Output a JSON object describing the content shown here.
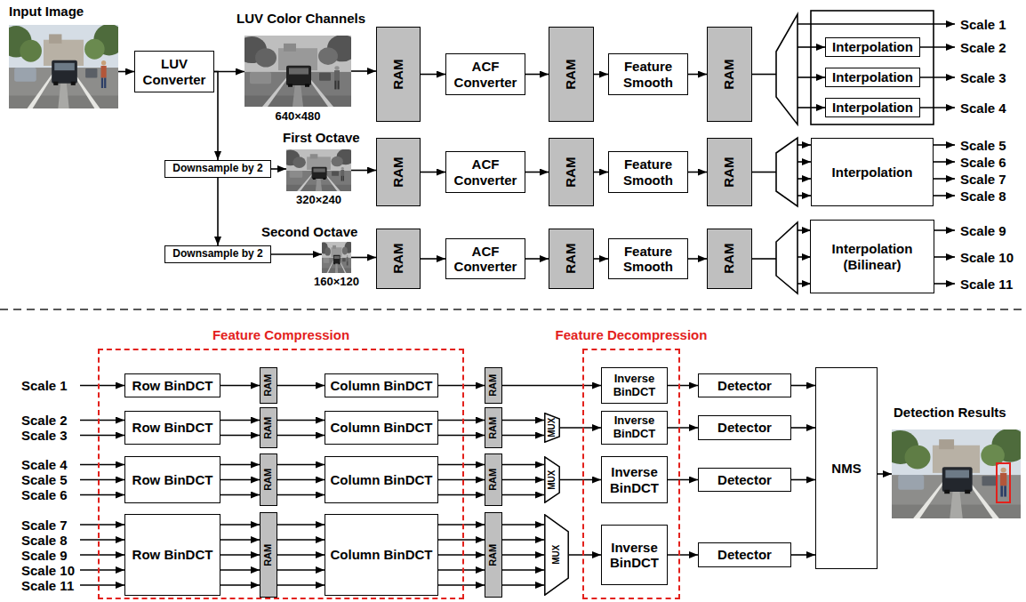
{
  "diagram": {
    "nodes": [
      {
        "text": [
          "Input Image"
        ]
      },
      {
        "text": [
          "LUV Converter"
        ]
      },
      {
        "text": [
          "LUV Color Channels",
          "640×480"
        ]
      },
      {
        "text": [
          "RAM"
        ]
      },
      {
        "text": [
          "ACF Converter"
        ]
      },
      {
        "text": [
          "RAM"
        ]
      },
      {
        "text": [
          "Feature Smooth"
        ]
      },
      {
        "text": [
          "RAM"
        ]
      },
      {
        "text": [
          "Interpolation"
        ]
      },
      {
        "text": [
          "Interpolation"
        ]
      },
      {
        "text": [
          "Interpolation"
        ]
      },
      {
        "text": [
          "Downsample by 2"
        ]
      },
      {
        "text": [
          "First Octave",
          "320×240"
        ]
      },
      {
        "text": [
          "RAM"
        ]
      },
      {
        "text": [
          "ACF Converter"
        ]
      },
      {
        "text": [
          "RAM"
        ]
      },
      {
        "text": [
          "Feature Smooth"
        ]
      },
      {
        "text": [
          "RAM"
        ]
      },
      {
        "text": [
          "Interpolation"
        ]
      },
      {
        "text": [
          "Downsample by 2"
        ]
      },
      {
        "text": [
          "Second Octave",
          "160×120"
        ]
      },
      {
        "text": [
          "RAM"
        ]
      },
      {
        "text": [
          "ACF Converter"
        ]
      },
      {
        "text": [
          "RAM"
        ]
      },
      {
        "text": [
          "Feature Smooth"
        ]
      },
      {
        "text": [
          "RAM"
        ]
      },
      {
        "text": [
          "Interpolation (Bilinear)"
        ]
      },
      {
        "text": [
          "Feature Compression"
        ]
      },
      {
        "text": [
          "Row BinDCT"
        ],
        "in": 27
      },
      {
        "text": [
          "RAM"
        ],
        "in": 27
      },
      {
        "text": [
          "Column BinDCT"
        ],
        "in": 27
      },
      {
        "text": [
          "Row BinDCT"
        ],
        "in": 27
      },
      {
        "text": [
          "RAM"
        ],
        "in": 27
      },
      {
        "text": [
          "Column BinDCT"
        ],
        "in": 27
      },
      {
        "text": [
          "Row BinDCT"
        ],
        "in": 27
      },
      {
        "text": [
          "RAM"
        ],
        "in": 27
      },
      {
        "text": [
          "Column BinDCT"
        ],
        "in": 27
      },
      {
        "text": [
          "Row BinDCT"
        ],
        "in": 27
      },
      {
        "text": [
          "RAM"
        ],
        "in": 27
      },
      {
        "text": [
          "Column BinDCT"
        ],
        "in": 27
      },
      {
        "text": [
          "RAM"
        ]
      },
      {
        "text": [
          "RAM"
        ]
      },
      {
        "text": [
          "MUX"
        ]
      },
      {
        "text": [
          "RAM"
        ]
      },
      {
        "text": [
          "MUX"
        ]
      },
      {
        "text": [
          "RAM"
        ]
      },
      {
        "text": [
          "MUX"
        ]
      },
      {
        "text": [
          "Feature Decompression"
        ]
      },
      {
        "text": [
          "Inverse BinDCT"
        ],
        "in": 47
      },
      {
        "text": [
          "Inverse BinDCT"
        ],
        "in": 47
      },
      {
        "text": [
          "Inverse BinDCT"
        ],
        "in": 47
      },
      {
        "text": [
          "Inverse BinDCT"
        ],
        "in": 47
      },
      {
        "text": [
          "Detector"
        ]
      },
      {
        "text": [
          "Detector"
        ]
      },
      {
        "text": [
          "Detector"
        ]
      },
      {
        "text": [
          "Detector"
        ]
      },
      {
        "text": [
          "NMS"
        ]
      },
      {
        "text": [
          "Detection Results"
        ]
      }
    ],
    "edges": [
      {
        "from": 0,
        "to": 1,
        "arrow": "to"
      },
      {
        "from": 1,
        "to": 2,
        "arrow": "to"
      },
      {
        "from": 2,
        "to": 3,
        "arrow": "to"
      },
      {
        "from": 3,
        "to": 4,
        "arrow": "to"
      },
      {
        "from": 4,
        "to": 5,
        "arrow": "to"
      },
      {
        "from": 5,
        "to": 6,
        "arrow": "to"
      },
      {
        "from": 6,
        "to": 7,
        "arrow": "to"
      },
      {
        "from": 1,
        "to": 11,
        "arrow": "to"
      },
      {
        "from": 11,
        "to": 12,
        "arrow": "to"
      },
      {
        "from": 12,
        "to": 13,
        "arrow": "to"
      },
      {
        "from": 13,
        "to": 14,
        "arrow": "to"
      },
      {
        "from": 14,
        "to": 15,
        "arrow": "to"
      },
      {
        "from": 15,
        "to": 16,
        "arrow": "to"
      },
      {
        "from": 16,
        "to": 17,
        "arrow": "to"
      },
      {
        "from": 11,
        "to": 19,
        "arrow": "to"
      },
      {
        "from": 19,
        "to": 20,
        "arrow": "to"
      },
      {
        "from": 20,
        "to": 21,
        "arrow": "to"
      },
      {
        "from": 21,
        "to": 22,
        "arrow": "to"
      },
      {
        "from": 22,
        "to": 23,
        "arrow": "to"
      },
      {
        "from": 23,
        "to": 24,
        "arrow": "to"
      },
      {
        "from": 24,
        "to": 25,
        "arrow": "to"
      },
      {
        "from": 28,
        "to": 29,
        "arrow": "to"
      },
      {
        "from": 29,
        "to": 30,
        "arrow": "to"
      },
      {
        "from": 30,
        "to": 40,
        "arrow": "to"
      },
      {
        "from": 40,
        "to": 48,
        "arrow": "to"
      },
      {
        "from": 48,
        "to": 52,
        "arrow": "to"
      },
      {
        "from": 52,
        "to": 56,
        "arrow": "to"
      },
      {
        "from": 31,
        "to": 32,
        "arrow": "to"
      },
      {
        "from": 31,
        "to": 32,
        "arrow": "to"
      },
      {
        "from": 32,
        "to": 33,
        "arrow": "to"
      },
      {
        "from": 32,
        "to": 33,
        "arrow": "to"
      },
      {
        "from": 33,
        "to": 41,
        "arrow": "to"
      },
      {
        "from": 33,
        "to": 41,
        "arrow": "to"
      },
      {
        "from": 41,
        "to": 42,
        "arrow": "to"
      },
      {
        "from": 41,
        "to": 42,
        "arrow": "to"
      },
      {
        "from": 42,
        "to": 49,
        "arrow": "to"
      },
      {
        "from": 49,
        "to": 53,
        "arrow": "to"
      },
      {
        "from": 53,
        "to": 56,
        "arrow": "to"
      },
      {
        "from": 34,
        "to": 35,
        "arrow": "to"
      },
      {
        "from": 34,
        "to": 35,
        "arrow": "to"
      },
      {
        "from": 34,
        "to": 35,
        "arrow": "to"
      },
      {
        "from": 35,
        "to": 36,
        "arrow": "to"
      },
      {
        "from": 35,
        "to": 36,
        "arrow": "to"
      },
      {
        "from": 35,
        "to": 36,
        "arrow": "to"
      },
      {
        "from": 36,
        "to": 43,
        "arrow": "to"
      },
      {
        "from": 36,
        "to": 43,
        "arrow": "to"
      },
      {
        "from": 36,
        "to": 43,
        "arrow": "to"
      },
      {
        "from": 43,
        "to": 44,
        "arrow": "to"
      },
      {
        "from": 43,
        "to": 44,
        "arrow": "to"
      },
      {
        "from": 43,
        "to": 44,
        "arrow": "to"
      },
      {
        "from": 44,
        "to": 50,
        "arrow": "to"
      },
      {
        "from": 50,
        "to": 54,
        "arrow": "to"
      },
      {
        "from": 54,
        "to": 56,
        "arrow": "to"
      },
      {
        "from": 37,
        "to": 38,
        "arrow": "to"
      },
      {
        "from": 37,
        "to": 38,
        "arrow": "to"
      },
      {
        "from": 37,
        "to": 38,
        "arrow": "to"
      },
      {
        "from": 37,
        "to": 38,
        "arrow": "to"
      },
      {
        "from": 37,
        "to": 38,
        "arrow": "to"
      },
      {
        "from": 38,
        "to": 39,
        "arrow": "to"
      },
      {
        "from": 38,
        "to": 39,
        "arrow": "to"
      },
      {
        "from": 38,
        "to": 39,
        "arrow": "to"
      },
      {
        "from": 38,
        "to": 39,
        "arrow": "to"
      },
      {
        "from": 38,
        "to": 39,
        "arrow": "to"
      },
      {
        "from": 39,
        "to": 45,
        "arrow": "to"
      },
      {
        "from": 39,
        "to": 45,
        "arrow": "to"
      },
      {
        "from": 39,
        "to": 45,
        "arrow": "to"
      },
      {
        "from": 39,
        "to": 45,
        "arrow": "to"
      },
      {
        "from": 39,
        "to": 45,
        "arrow": "to"
      },
      {
        "from": 45,
        "to": 46,
        "arrow": "to"
      },
      {
        "from": 45,
        "to": 46,
        "arrow": "to"
      },
      {
        "from": 45,
        "to": 46,
        "arrow": "to"
      },
      {
        "from": 45,
        "to": 46,
        "arrow": "to"
      },
      {
        "from": 45,
        "to": 46,
        "arrow": "to"
      },
      {
        "from": 46,
        "to": 51,
        "arrow": "to"
      },
      {
        "from": 51,
        "to": 55,
        "arrow": "to"
      },
      {
        "from": 55,
        "to": 56,
        "arrow": "to"
      },
      {
        "from": 56,
        "to": 57,
        "arrow": "to"
      }
    ],
    "labels": [
      "Scale 1",
      "Scale 2",
      "Scale 3",
      "Scale 4",
      "Scale 5",
      "Scale 6",
      "Scale 7",
      "Scale 8",
      "Scale 9",
      "Scale 10",
      "Scale 11",
      "Scale 1",
      "Scale 2",
      "Scale 3",
      "Scale 4",
      "Scale 5",
      "Scale 6",
      "Scale 7",
      "Scale 8",
      "Scale 9",
      "Scale 10",
      "Scale 11"
    ]
  }
}
